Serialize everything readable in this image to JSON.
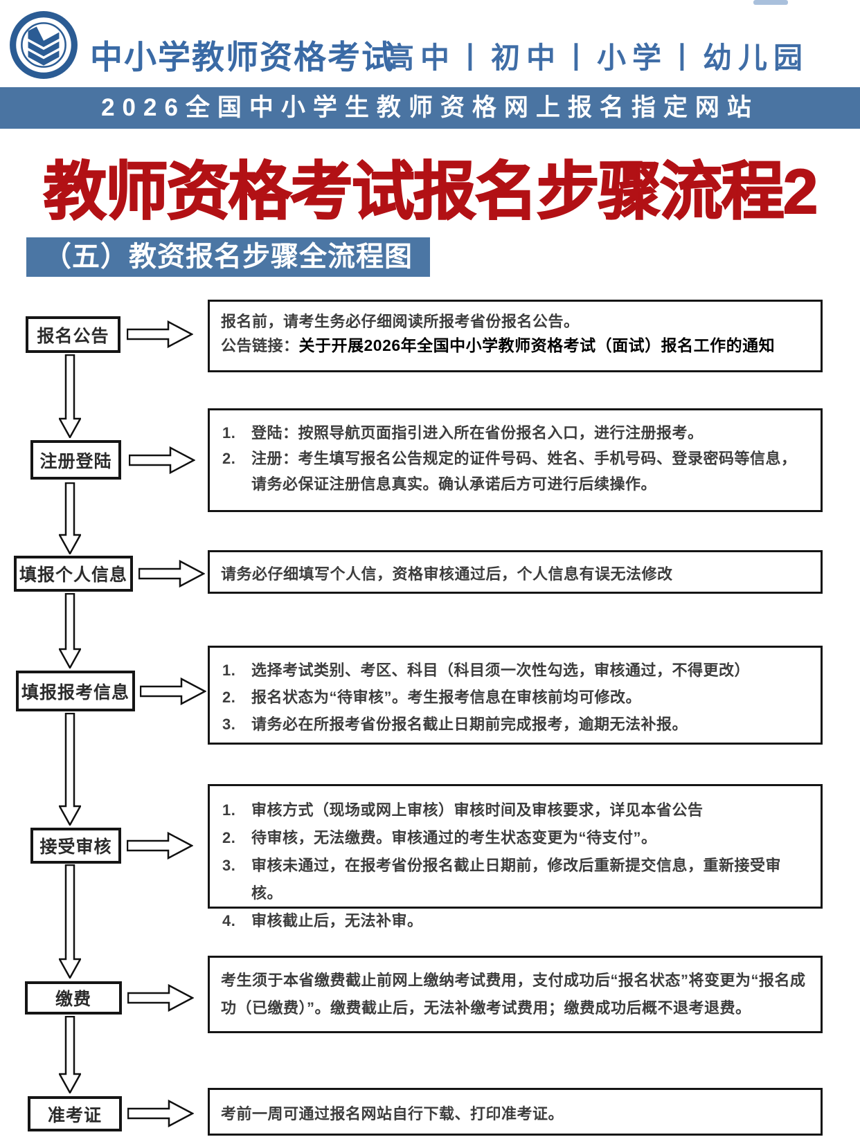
{
  "header": {
    "brand": "中小学教师资格考试",
    "levels": "高中丨初中丨小学丨幼儿园",
    "banner": "2026全国中小学生教师资格网上报名指定网站"
  },
  "titles": {
    "main": "教师资格考试报名步骤流程2",
    "section": "（五）教资报名步骤全流程图"
  },
  "colors": {
    "brand_blue": "#3a6aa5",
    "banner_blue": "#4a74a2",
    "title_red": "#b21115",
    "border_black": "#151515"
  },
  "flow": {
    "steps": [
      {
        "label": "报名公告",
        "line1": "报名前，请考生务必仔细阅读所报考省份报名公告。",
        "link_label": "公告链接：",
        "link_text": "关于开展2026年全国中小学教师资格考试（面试）报名工作的通知"
      },
      {
        "label": "注册登陆",
        "items": [
          "登陆：按照导航页面指引进入所在省份报名入口，进行注册报考。",
          "注册：考生填写报名公告规定的证件号码、姓名、手机号码、登录密码等信息，请务必保证注册信息真实。确认承诺后方可进行后续操作。"
        ]
      },
      {
        "label": "填报个人信息",
        "text": "请务必仔细填写个人信，资格审核通过后，个人信息有误无法修改"
      },
      {
        "label": "填报报考信息",
        "items": [
          "选择考试类别、考区、科目（科目须一次性勾选，审核通过，不得更改）",
          "报名状态为“待审核”。考生报考信息在审核前均可修改。",
          "请务必在所报考省份报名截止日期前完成报考，逾期无法补报。"
        ]
      },
      {
        "label": "接受审核",
        "items": [
          "审核方式（现场或网上审核）审核时间及审核要求，详见本省公告",
          "待审核，无法缴费。审核通过的考生状态变更为“待支付”。",
          "审核未通过，在报考省份报名截止日期前，修改后重新提交信息，重新接受审核。",
          "审核截止后，无法补审。"
        ]
      },
      {
        "label": "缴费",
        "text": "考生须于本省缴费截止前网上缴纳考试费用，支付成功后“报名状态”将变更为“报名成功（已缴费）”。缴费截止后，无法补缴考试费用；缴费成功后概不退考退费。"
      },
      {
        "label": "准考证",
        "text": "考前一周可通过报名网站自行下载、打印准考证。"
      }
    ]
  }
}
